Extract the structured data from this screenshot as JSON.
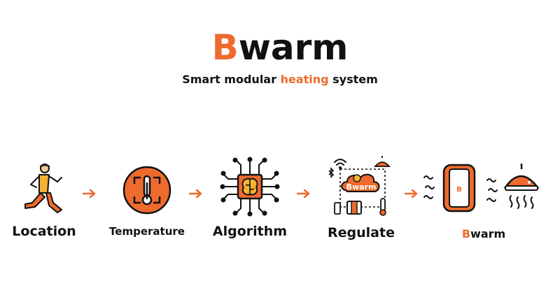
{
  "header": {
    "logo_initial": "B",
    "logo_rest": "warm",
    "tagline_before": "Smart modular ",
    "tagline_highlight": "heating",
    "tagline_after": " system"
  },
  "steps": [
    {
      "label": "Location",
      "icon": "running-person-icon"
    },
    {
      "label": "Temperature",
      "icon": "thermometer-icon"
    },
    {
      "label": "Algorithm",
      "icon": "brain-chip-icon"
    },
    {
      "label": "Regulate",
      "icon": "cloud-regulate-icon"
    },
    {
      "label_initial": "B",
      "label_rest": "warm",
      "icon": "heater-lamp-icon"
    }
  ],
  "regulate_cloud_text": "Bwarm",
  "heater_letter": "B",
  "colors": {
    "accent": "#EE6A2D",
    "dark": "#111111",
    "yellow": "#F6B233"
  }
}
